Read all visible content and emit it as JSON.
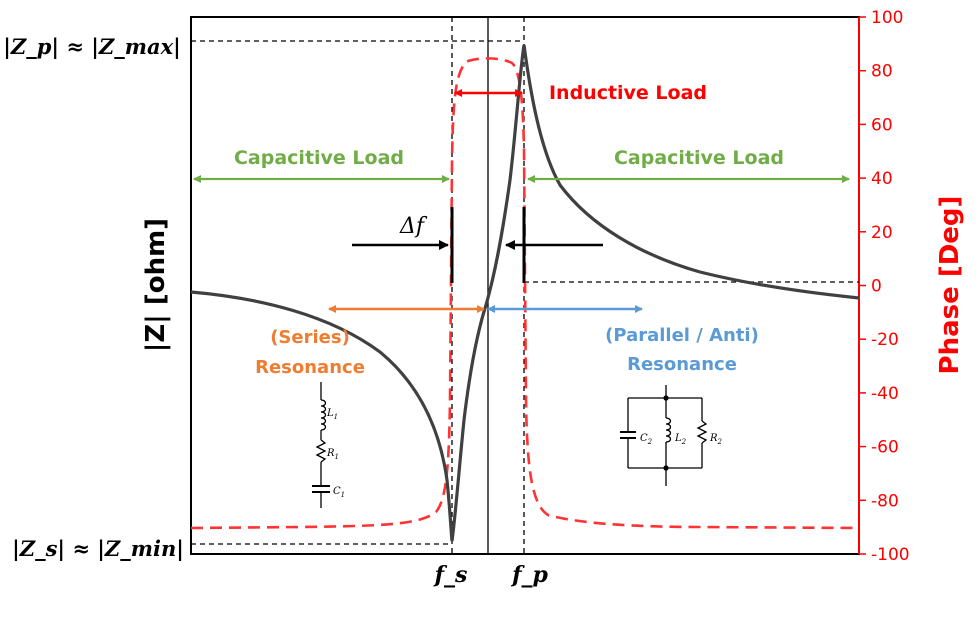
{
  "axes": {
    "left_label": "|Z| [ohm]",
    "right_label": "Phase [Deg]",
    "right_ticks": [
      "100",
      "80",
      "60",
      "40",
      "20",
      "0",
      "-20",
      "-40",
      "-60",
      "-80",
      "-100"
    ]
  },
  "labels": {
    "zp": "|Z_p| ≈ |Z_max|",
    "zs": "|Z_s| ≈ |Z_min|",
    "fs": "f_s",
    "fp": "f_p",
    "delta_f": "Δf",
    "capacitive_left": "Capacitive Load",
    "capacitive_right": "Capacitive Load",
    "inductive": "Inductive Load",
    "series_line1": "(Series)",
    "series_line2": "Resonance",
    "parallel_line1": "(Parallel / Anti)",
    "parallel_line2": "Resonance"
  },
  "circuits": {
    "series": {
      "l": "L",
      "l_sub": "1",
      "r": "R",
      "r_sub": "1",
      "c": "C",
      "c_sub": "1"
    },
    "parallel": {
      "c": "C",
      "c_sub": "2",
      "l": "L",
      "l_sub": "2",
      "r": "R",
      "r_sub": "2"
    }
  },
  "colors": {
    "impedance": "#404040",
    "phase": "#ff3333",
    "axis_red": "#ff0000",
    "green": "#70ad47",
    "red_arrow": "#ff0000",
    "orange": "#ed7d31",
    "blue": "#5b9bd5"
  }
}
